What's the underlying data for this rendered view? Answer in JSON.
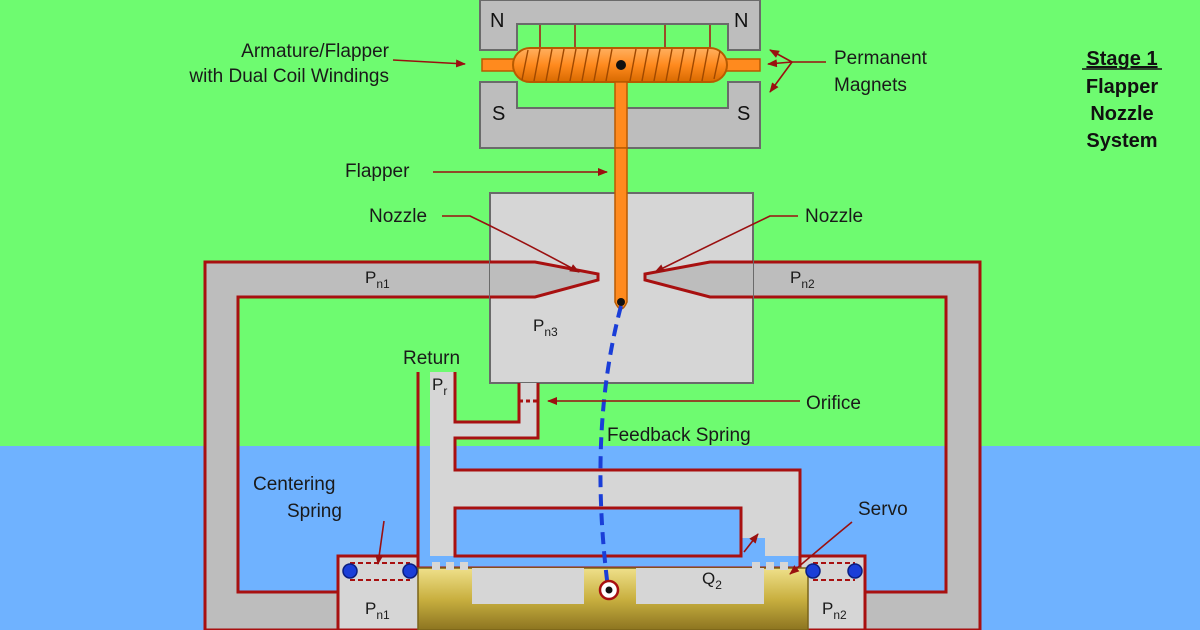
{
  "title": {
    "line1": "Stage 1",
    "line2": "Flapper",
    "line3": "Nozzle",
    "line4": "System"
  },
  "magnets": {
    "north_left": "N",
    "north_right": "N",
    "south_left": "S",
    "south_right": "S"
  },
  "labels": {
    "armature_line1": "Armature/Flapper",
    "armature_line2": "with Dual Coil Windings",
    "permanent_line1": "Permanent",
    "permanent_line2": "Magnets",
    "flapper": "Flapper",
    "nozzle_left": "Nozzle",
    "nozzle_right": "Nozzle",
    "return": "Return",
    "orifice": "Orifice",
    "feedback_spring": "Feedback Spring",
    "centering_line1": "Centering",
    "centering_line2": "Spring",
    "servo": "Servo"
  },
  "pressures": {
    "pn1_top": {
      "main": "P",
      "sub": "n1"
    },
    "pn2_top": {
      "main": "P",
      "sub": "n2"
    },
    "pn3": {
      "main": "P",
      "sub": "n3"
    },
    "pr": {
      "main": "P",
      "sub": "r"
    },
    "q2": {
      "main": "Q",
      "sub": "2"
    },
    "pn1_bottom": {
      "main": "P",
      "sub": "n1"
    },
    "pn2_bottom": {
      "main": "P",
      "sub": "n2"
    }
  },
  "colors": {
    "upper_background": "#6efb70",
    "lower_background": "#6fb2ff",
    "housing": "#bdbdbd",
    "chamber": "#d6d6d6",
    "passage_outline": "#a81010",
    "coil": "#ff8a1e",
    "spool": "#c9b040",
    "feedback_spring": "#1a3ed8",
    "arrow": "#9a1010"
  }
}
